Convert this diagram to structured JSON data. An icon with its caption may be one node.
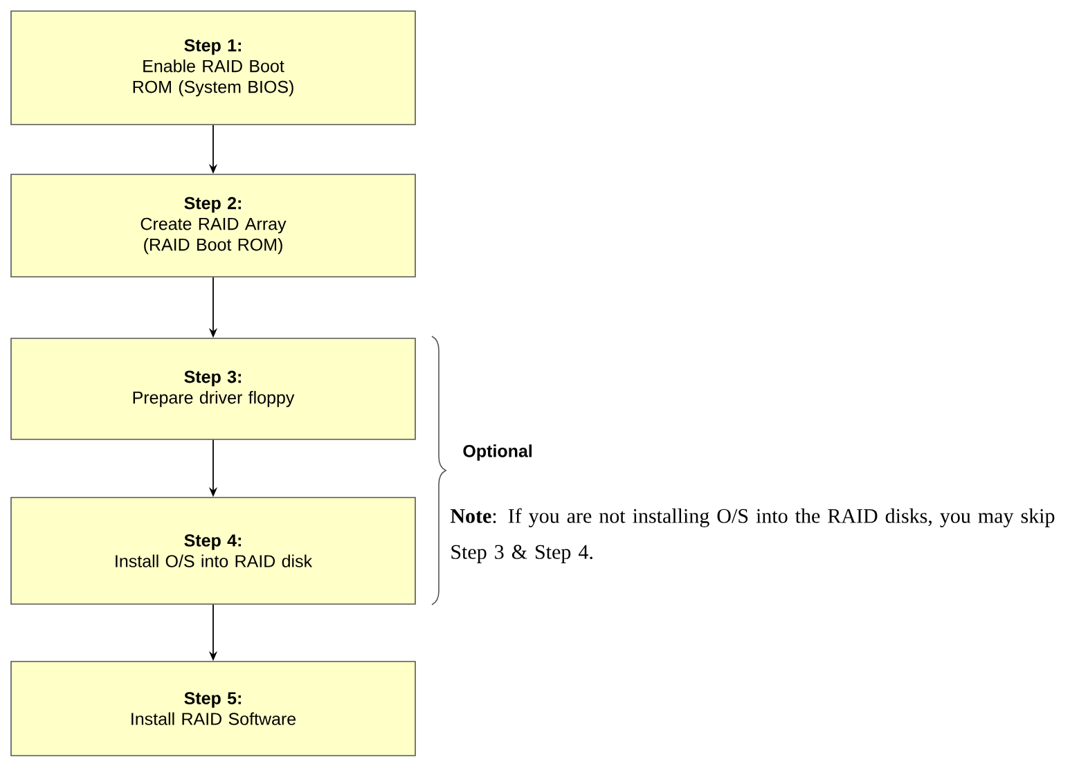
{
  "diagram": {
    "nodes": [
      {
        "text": [
          "Step 1:",
          "Enable RAID Boot ROM (System BIOS)"
        ]
      },
      {
        "text": [
          "Step 2:",
          "Create RAID Array (RAID Boot ROM)"
        ]
      },
      {
        "text": [
          "Step 3:",
          "Prepare driver floppy"
        ]
      },
      {
        "text": [
          "Step 4:",
          "Install O/S into RAID disk"
        ]
      },
      {
        "text": [
          "Step 5:",
          "Install RAID Software"
        ]
      }
    ],
    "edges": [
      {
        "from": 0,
        "to": 1,
        "arrow": "to"
      },
      {
        "from": 1,
        "to": 2,
        "arrow": "to"
      },
      {
        "from": 2,
        "to": 3,
        "arrow": "to"
      },
      {
        "from": 3,
        "to": 4,
        "arrow": "to"
      }
    ],
    "labels": [
      "Optional",
      "**Note**: If you are not installing O/S into the RAID disks, you may skip Step 3 & Step 4."
    ]
  }
}
